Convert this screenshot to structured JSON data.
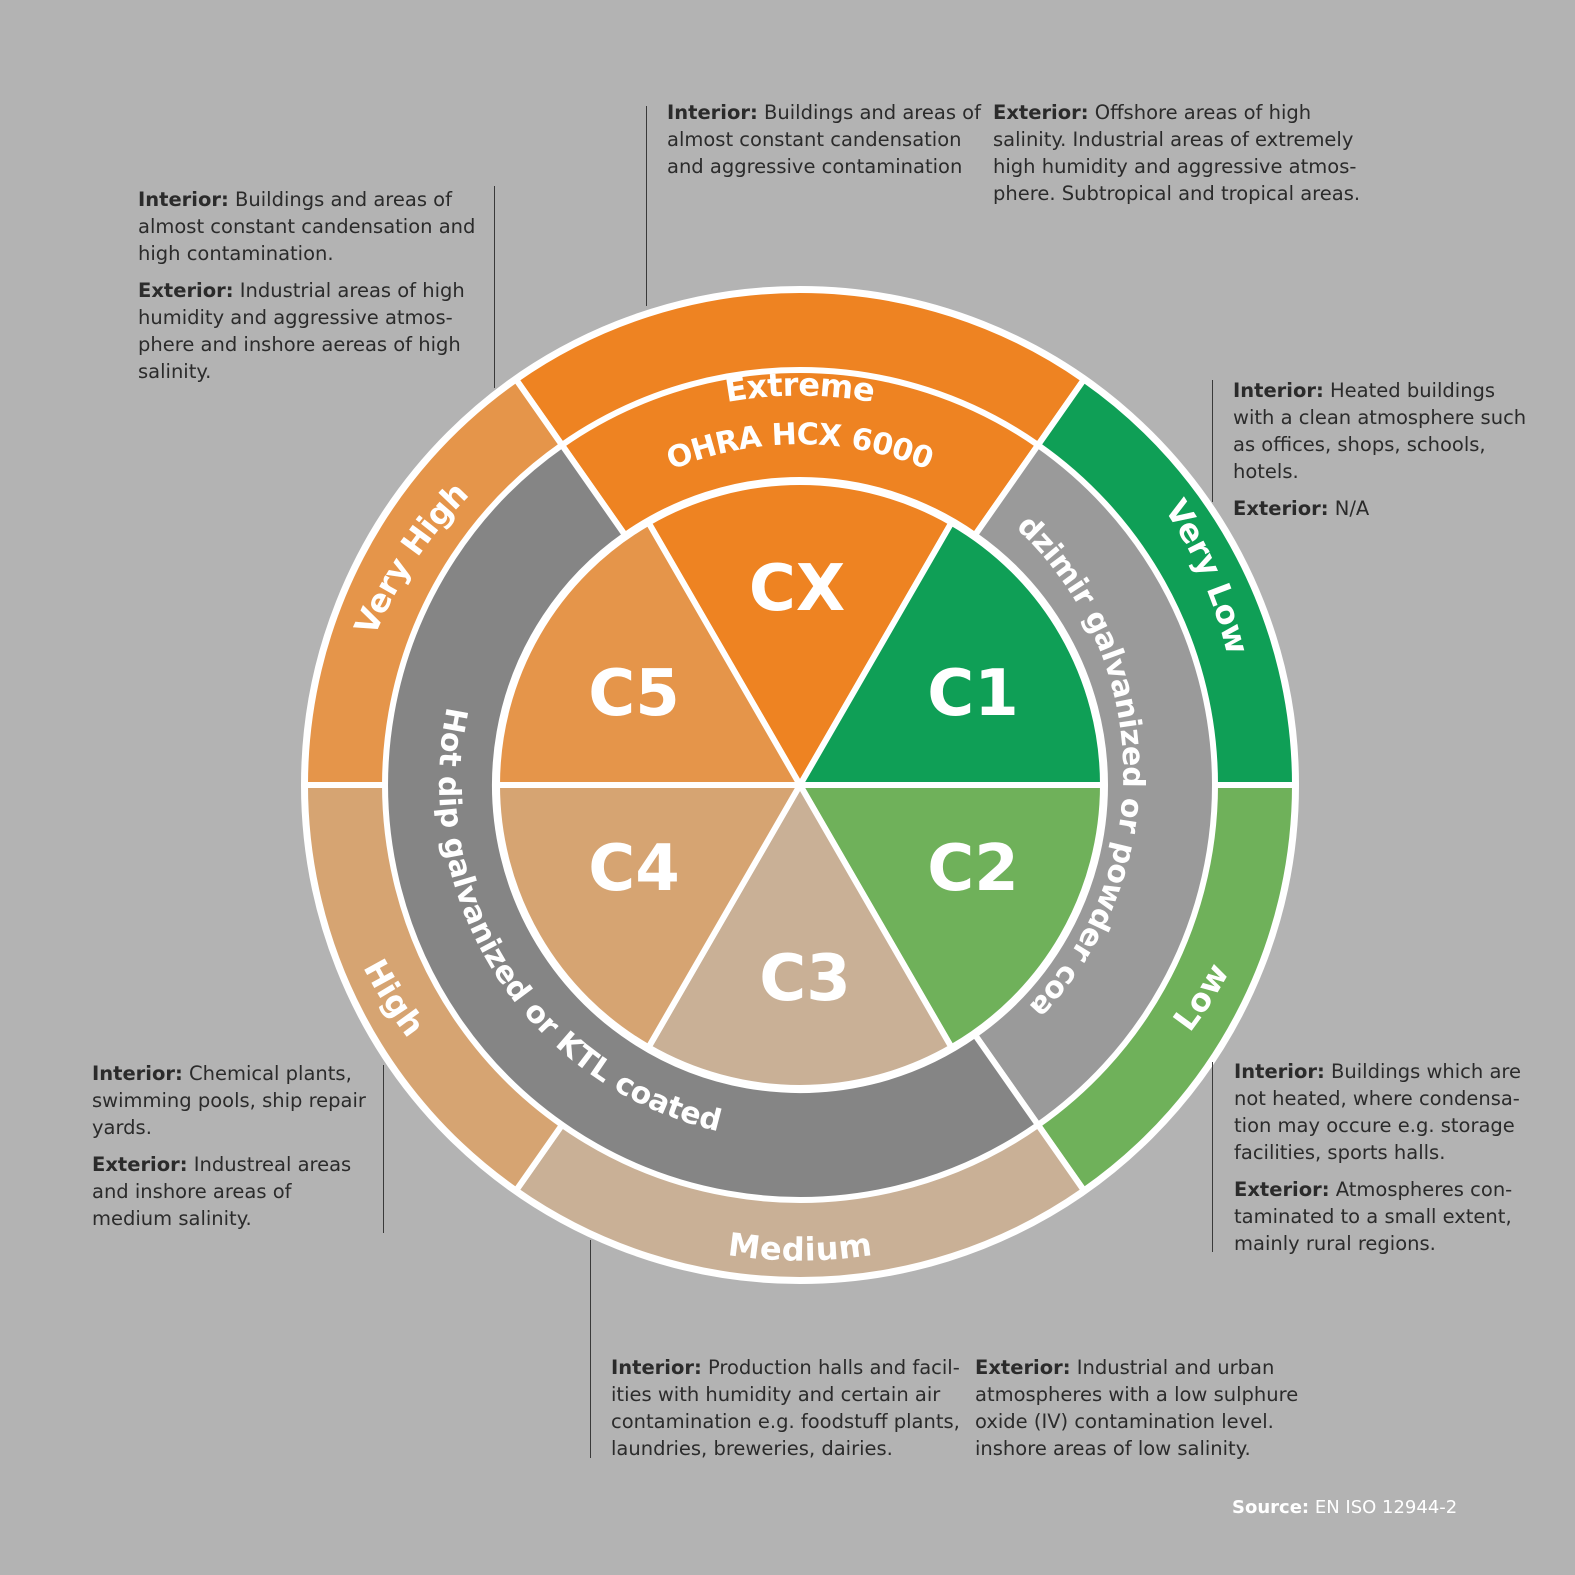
{
  "categories": [
    {
      "code": "CX",
      "color": "#ee8322"
    },
    {
      "code": "C1",
      "color": "#0f9f56"
    },
    {
      "code": "C2",
      "color": "#6fb15a"
    },
    {
      "code": "C3",
      "color": "#c9b096"
    },
    {
      "code": "C4",
      "color": "#d6a472"
    },
    {
      "code": "C5",
      "color": "#e5954a"
    }
  ],
  "middle_ring": {
    "top": {
      "label": "OHRA HCX 6000",
      "color": "#ee8322"
    },
    "right": {
      "label": "Sendzimir galvanized or powder coated",
      "color": "#9a9a9a"
    },
    "left": {
      "label": "Hot dip galvanized or KTL coated",
      "color": "#858585"
    }
  },
  "outer_ring": [
    {
      "label": "Extreme",
      "color": "#ee8322"
    },
    {
      "label": "Very Low",
      "color": "#0f9f56"
    },
    {
      "label": "Low",
      "color": "#6fb15a"
    },
    {
      "label": "Medium",
      "color": "#c9b096"
    },
    {
      "label": "High",
      "color": "#d6a472"
    },
    {
      "label": "Very High",
      "color": "#e5954a"
    }
  ],
  "notes": {
    "extreme_interior": {
      "heading": "Interior:",
      "text": " Buildings and areas of almost constant candensation and aggressive contamination"
    },
    "extreme_exterior": {
      "heading": "Exterior:",
      "text": " Offshore areas of high salinity. Industrial areas of extremely high humidity and aggressive atmos-phere. Subtropical and tropical areas."
    },
    "very_high_interior": {
      "heading": "Interior:",
      "text": " Buildings and areas of almost constant candensation and high contamination."
    },
    "very_high_exterior": {
      "heading": "Exterior:",
      "text": " Industrial areas of high humidity and aggressive atmos-phere and inshore aereas of high salinity."
    },
    "very_low_interior": {
      "heading": "Interior:",
      "text": " Heated buildings with a clean atmosphere such as offices, shops, schools, hotels."
    },
    "very_low_exterior": {
      "heading": "Exterior:",
      "text": " N/A"
    },
    "high_interior": {
      "heading": "Interior:",
      "text": " Chemical plants, swimming pools, ship repair yards."
    },
    "high_exterior": {
      "heading": "Exterior:",
      "text": " Industreal areas and inshore areas of medium salinity."
    },
    "low_interior": {
      "heading": "Interior:",
      "text": " Buildings which are not heated, where condensa-tion may occure e.g. storage facilities, sports halls."
    },
    "low_exterior": {
      "heading": "Exterior:",
      "text": " Atmospheres con-taminated to a small extent, mainly rural regions."
    },
    "medium_interior": {
      "heading": "Interior:",
      "text": " Production halls and facil-ities with humidity and certain air contamination e.g. foodstuff plants, laundries, breweries, dairies."
    },
    "medium_exterior": {
      "heading": "Exterior:",
      "text": " Industrial and urban atmospheres with a low sulphure oxide (IV) contamination level. inshore areas of low salinity."
    }
  },
  "source": {
    "heading": "Source:",
    "text": " EN ISO 12944-2"
  }
}
